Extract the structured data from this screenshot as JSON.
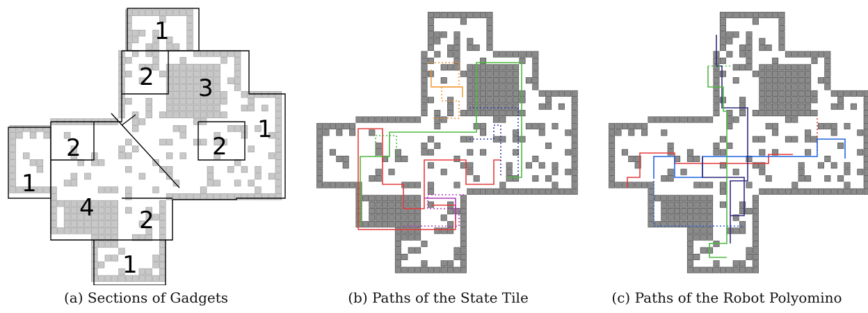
{
  "panels": [
    {
      "id": "a",
      "caption": "(a) Sections of Gadgets",
      "section_labels": [
        "1",
        "2",
        "3",
        "1",
        "2",
        "1",
        "2",
        "4",
        "2",
        "1"
      ]
    },
    {
      "id": "b",
      "caption": "(b) Paths of the State Tile",
      "path_colors": [
        "#e53a3a",
        "#4db83f",
        "#f0922c",
        "#2e3aa8",
        "#b23bbd"
      ]
    },
    {
      "id": "c",
      "caption": "(c) Paths of the Robot Polyomino",
      "path_colors": [
        "#e53a3a",
        "#1f63e0",
        "#2e2a7c",
        "#4db83f"
      ]
    }
  ],
  "colors": {
    "tile_light": "#c8c8c8",
    "tile_dark": "#8a8a8a",
    "outline": "#000000",
    "background": "#ffffff"
  }
}
